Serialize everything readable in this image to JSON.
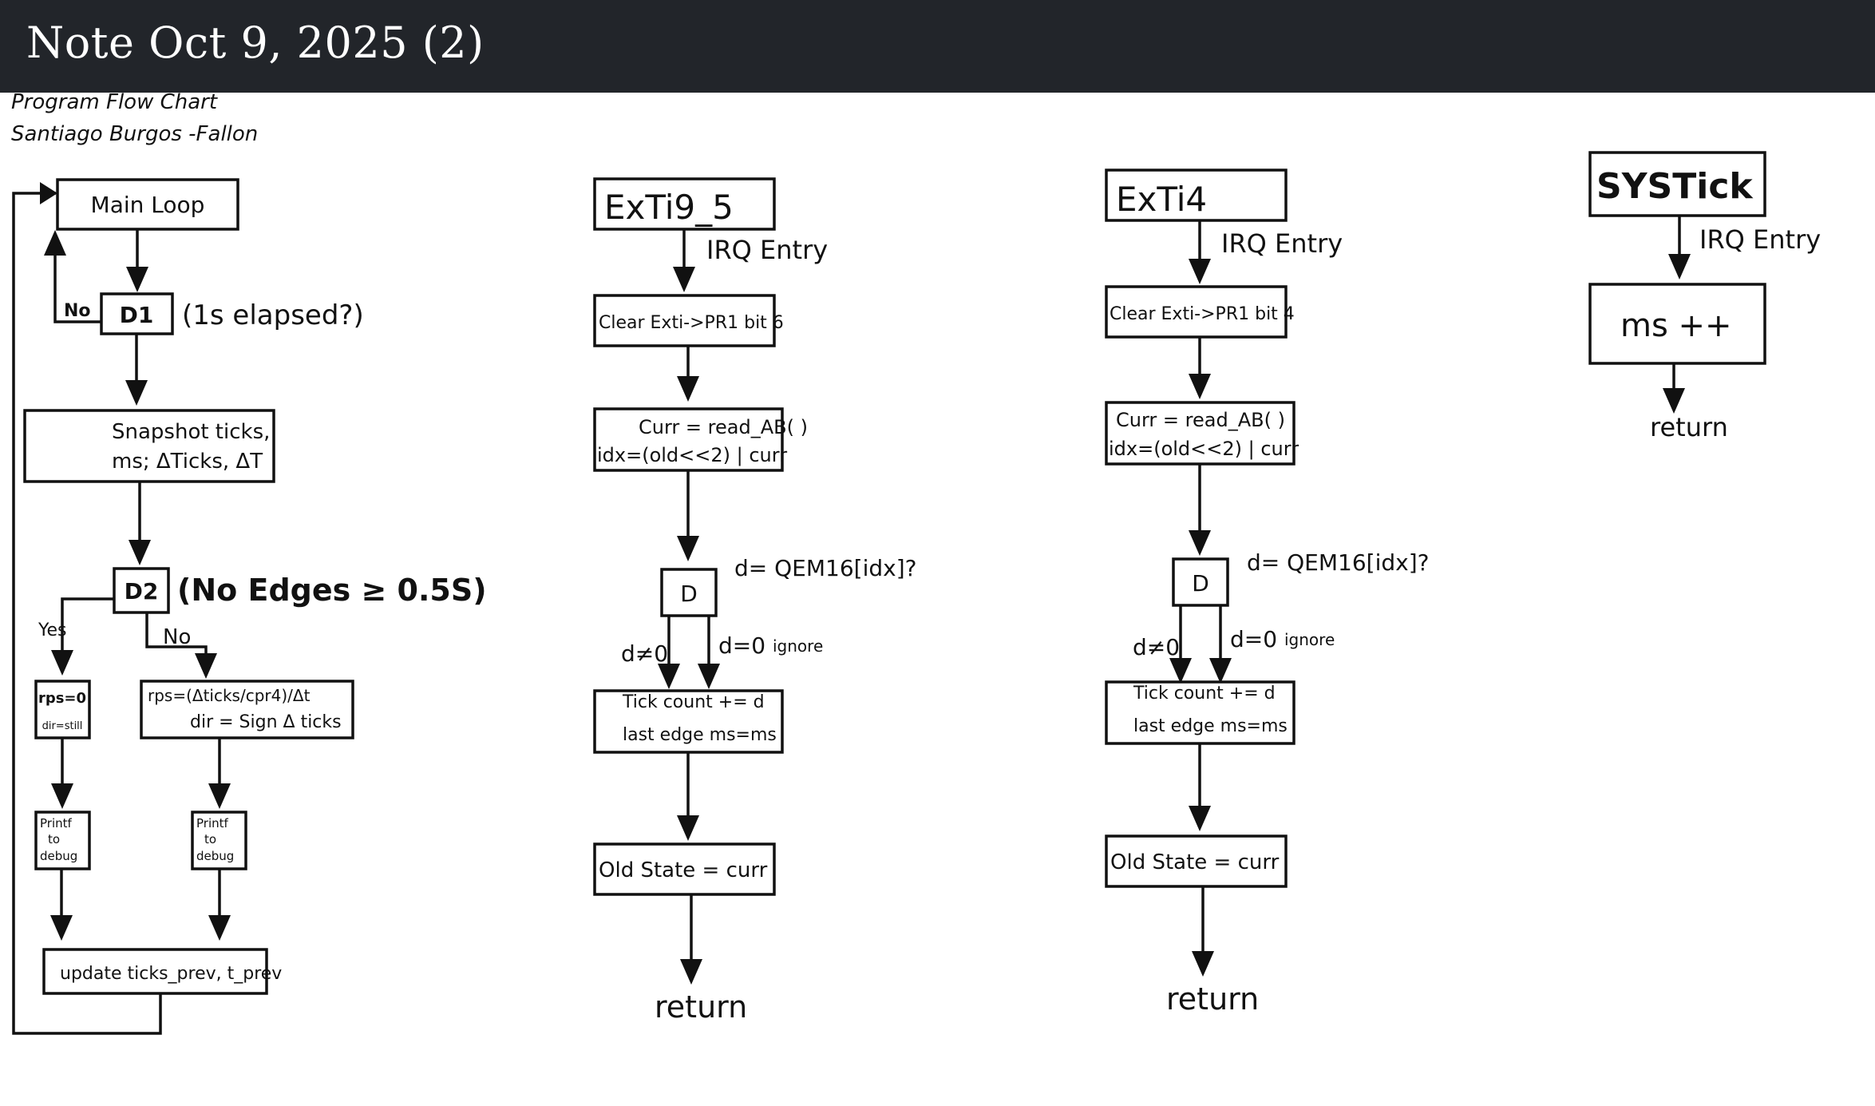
{
  "header": {
    "title": "Note Oct 9, 2025 (2)"
  },
  "author_note": [
    "Program Flow Chart",
    "Santiago Burgos -Fallon"
  ],
  "main_loop": {
    "start": "Main Loop",
    "d1": "D1",
    "d1_no": "No",
    "d1_note": "(1s elapsed?)",
    "snapshot": [
      "Snapshot ticks,",
      "ms; ΔTicks, ΔT"
    ],
    "d2": "D2",
    "d2_note": "(No Edges ≥ 0.5S)",
    "d2_yes": "Yes",
    "d2_no": "No",
    "rps_zero": [
      "rps=0",
      "dir=still"
    ],
    "rps_calc": [
      "rps=(Δticks/cpr4)/Δt",
      "dir = Sign Δ ticks"
    ],
    "print_left": [
      "Printf",
      "to",
      "debug"
    ],
    "print_right": [
      "Printf",
      "to",
      "debug"
    ],
    "update": "update ticks_prev, t_prev"
  },
  "exti9_5": {
    "title": "ExTi9_5",
    "irq": "IRQ Entry",
    "clear": "Clear Exti->PR1 bit 6",
    "curr": [
      "Curr = read_AB( )",
      "idx=(old<<2) | curr"
    ],
    "d": "D",
    "d_note": "d= QEM16[idx]?",
    "d_nonzero": "d≠0",
    "d_zero": "d=0",
    "ignore": "ignore",
    "tick": [
      "Tick count += d",
      "last edge  ms=ms"
    ],
    "old": "Old State  =  curr",
    "ret": "return"
  },
  "exti4": {
    "title": "ExTi4",
    "irq": "IRQ Entry",
    "clear": "Clear Exti->PR1 bit 4",
    "curr": [
      "Curr = read_AB( )",
      "idx=(old<<2) | curr"
    ],
    "d": "D",
    "d_note": "d= QEM16[idx]?",
    "d_nonzero": "d≠0",
    "d_zero": "d=0",
    "ignore": "ignore",
    "tick": [
      "Tick count += d",
      "last edge  ms=ms"
    ],
    "old": "Old State  =  curr",
    "ret": "return"
  },
  "systick": {
    "title": "SYSTick",
    "irq": "IRQ Entry",
    "ms": "ms ++",
    "ret": "return"
  }
}
